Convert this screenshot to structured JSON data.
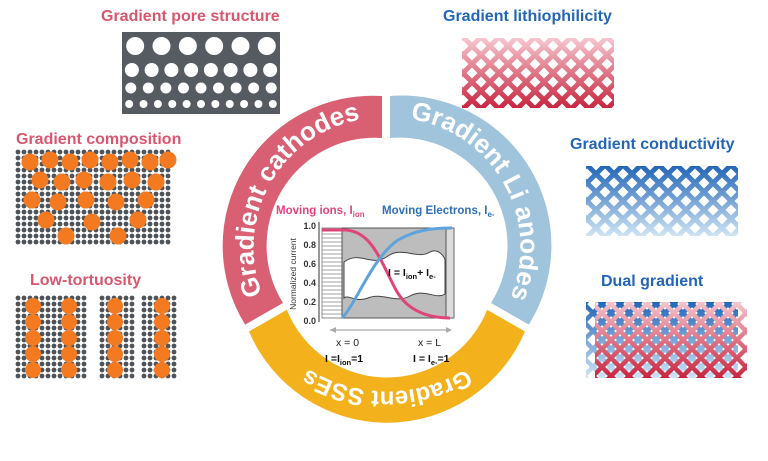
{
  "labels": {
    "pore": "Gradient pore structure",
    "composition": "Gradient composition",
    "tortuosity": "Low-tortuosity",
    "lithiophilicity": "Gradient lithiophilicity",
    "conductivity": "Gradient conductivity",
    "dual": "Dual gradient"
  },
  "ring": {
    "cathodes": "Gradient cathodes",
    "anodes": "Gradient Li anodes",
    "sses": "Gradient SSEs"
  },
  "plot": {
    "moving_ions": "Moving ions, I",
    "moving_ions_sub": "ion",
    "moving_electrons": "Moving Electrons, I",
    "moving_electrons_sub": "e-",
    "ylabel": "Normalized current",
    "yticks": [
      "1.0",
      "0.8",
      "0.6",
      "0.4",
      "0.2",
      "0.0"
    ],
    "x0": "x = 0",
    "xL": "x = L",
    "eq_center": "I = I",
    "eq_center_sub1": "ion",
    "eq_center_plus": "+ I",
    "eq_center_sub2": "e-",
    "eq_left": "I =I",
    "eq_left_sub": "ion",
    "eq_left_tail": "=1",
    "eq_right": "I = I",
    "eq_right_sub": "e-",
    "eq_right_tail": "=1"
  },
  "colors": {
    "red": "#d9576e",
    "blue": "#2366b8",
    "ring_red": "#d95f73",
    "ring_blue": "#9fc4dc",
    "ring_yellow": "#f3b21c",
    "orange": "#f47a22",
    "gray": "#555b61"
  }
}
